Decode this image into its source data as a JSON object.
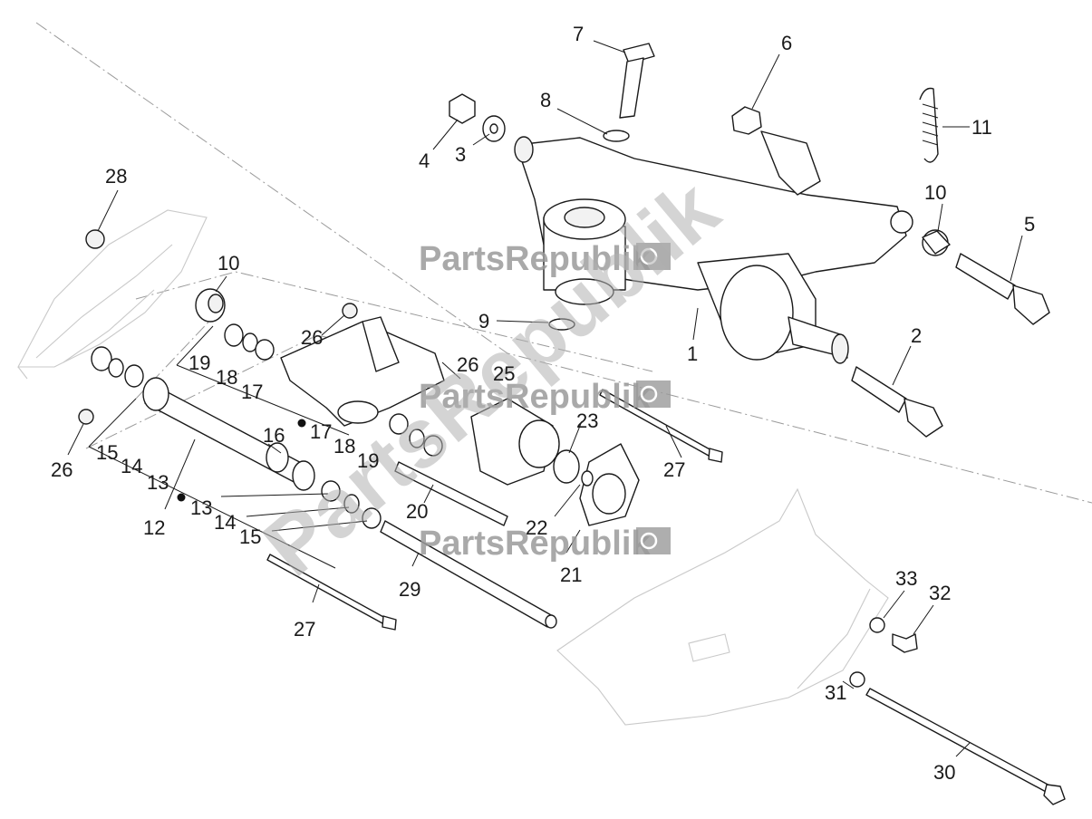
{
  "diagram": {
    "watermark_text": "PartsRepublik",
    "callouts": [
      {
        "id": "c1",
        "label": "1"
      },
      {
        "id": "c2",
        "label": "2"
      },
      {
        "id": "c3",
        "label": "3"
      },
      {
        "id": "c4",
        "label": "4"
      },
      {
        "id": "c5",
        "label": "5"
      },
      {
        "id": "c6",
        "label": "6"
      },
      {
        "id": "c7",
        "label": "7"
      },
      {
        "id": "c8",
        "label": "8"
      },
      {
        "id": "c9",
        "label": "9"
      },
      {
        "id": "c10a",
        "label": "10"
      },
      {
        "id": "c10b",
        "label": "10"
      },
      {
        "id": "c11",
        "label": "11"
      },
      {
        "id": "c12",
        "label": "12"
      },
      {
        "id": "c13a",
        "label": "13"
      },
      {
        "id": "c13b",
        "label": "13"
      },
      {
        "id": "c14a",
        "label": "14"
      },
      {
        "id": "c14b",
        "label": "14"
      },
      {
        "id": "c15a",
        "label": "15"
      },
      {
        "id": "c15b",
        "label": "15"
      },
      {
        "id": "c16",
        "label": "16"
      },
      {
        "id": "c17a",
        "label": "17"
      },
      {
        "id": "c17b",
        "label": "17"
      },
      {
        "id": "c18a",
        "label": "18"
      },
      {
        "id": "c18b",
        "label": "18"
      },
      {
        "id": "c19a",
        "label": "19"
      },
      {
        "id": "c19b",
        "label": "19"
      },
      {
        "id": "c20",
        "label": "20"
      },
      {
        "id": "c21",
        "label": "21"
      },
      {
        "id": "c22",
        "label": "22"
      },
      {
        "id": "c23",
        "label": "23"
      },
      {
        "id": "c25",
        "label": "25"
      },
      {
        "id": "c26a",
        "label": "26"
      },
      {
        "id": "c26b",
        "label": "26"
      },
      {
        "id": "c26c",
        "label": "26"
      },
      {
        "id": "c27a",
        "label": "27"
      },
      {
        "id": "c27b",
        "label": "27"
      },
      {
        "id": "c28",
        "label": "28"
      },
      {
        "id": "c29",
        "label": "29"
      },
      {
        "id": "c30",
        "label": "30"
      },
      {
        "id": "c31",
        "label": "31"
      },
      {
        "id": "c32",
        "label": "32"
      },
      {
        "id": "c33",
        "label": "33"
      }
    ]
  }
}
